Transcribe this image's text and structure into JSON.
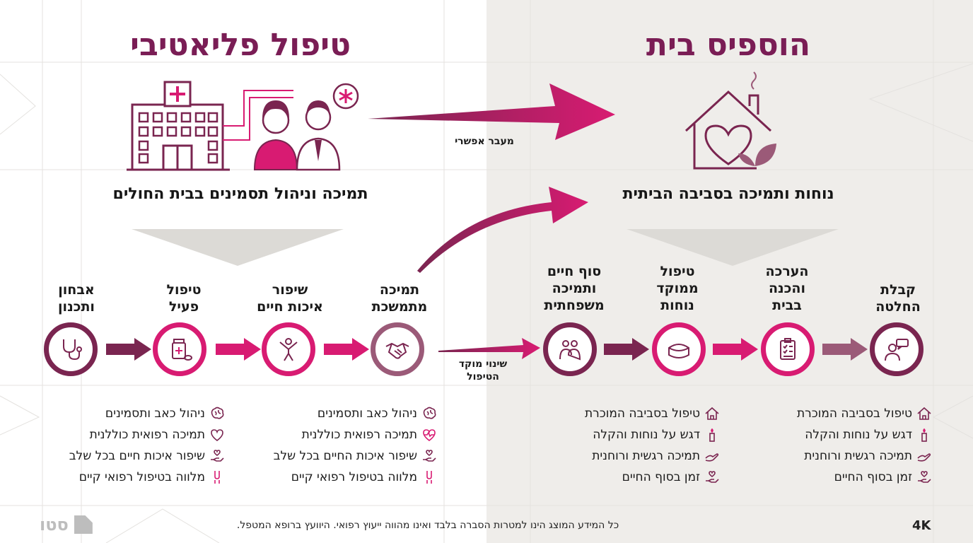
{
  "left": {
    "title": "טיפול פליאטיבי",
    "subtitle": "תמיכה וניהול תסמינים בבית החולים",
    "steps": [
      {
        "label": "אבחון\nותכנון",
        "icon": "stethoscope-icon"
      },
      {
        "label": "טיפול\nפעיל",
        "icon": "medicine-bottle-icon"
      },
      {
        "label": "שיפור\nאיכות חיים",
        "icon": "person-raised-arms-icon"
      },
      {
        "label": "תמיכה\nמתמשכת",
        "icon": "handshake-icon"
      }
    ],
    "bullets_a": [
      {
        "text": "ניהול כאב ותסמינים",
        "icon": "brain-icon"
      },
      {
        "text": "תמיכה רפואית כוללנית",
        "icon": "heart-icon"
      },
      {
        "text": "שיפור איכות חיים בכל שלב",
        "icon": "hand-heart-icon"
      },
      {
        "text": "מלווה בטיפול רפואי קיים",
        "icon": "joint-icon"
      }
    ],
    "bullets_b": [
      {
        "text": "ניהול כאב ותסמינים",
        "icon": "brain-icon"
      },
      {
        "text": "תמיכה רפואית כוללנית",
        "icon": "heartbeat-icon"
      },
      {
        "text": "שיפור איכות החיים בכל שלב",
        "icon": "hand-heart-icon"
      },
      {
        "text": "מלווה בטיפול רפואי קיים",
        "icon": "joint-icon"
      }
    ]
  },
  "right": {
    "title": "הוספיס בית",
    "subtitle": "נוחות ותמיכה בסביבה הביתית",
    "steps": [
      {
        "label": "סוף חיים\nותמיכה\nמשפחתית",
        "icon": "family-hug-icon"
      },
      {
        "label": "טיפול\nממוקד\nנוחות",
        "icon": "pillow-icon"
      },
      {
        "label": "הערכה\nוהכנה\nבבית",
        "icon": "clipboard-icon"
      },
      {
        "label": "קבלת\nהחלטה",
        "icon": "person-speech-icon"
      }
    ],
    "bullets_a": [
      {
        "text": "טיפול בסביבה המוכרת",
        "icon": "home-icon"
      },
      {
        "text": "דגש על נוחות והקלה",
        "icon": "candle-icon"
      },
      {
        "text": "תמיכה רגשית ורוחנית",
        "icon": "hands-icon"
      },
      {
        "text": "זמן בסוף החיים",
        "icon": "hand-heart-icon"
      }
    ],
    "bullets_b": [
      {
        "text": "טיפול בסביבה המוכרת",
        "icon": "home-icon"
      },
      {
        "text": "דגש על נוחות והקלה",
        "icon": "candle-icon"
      },
      {
        "text": "תמיכה רגשית ורוחנית",
        "icon": "hands-icon"
      },
      {
        "text": "זמן בסוף החיים",
        "icon": "hand-heart-icon"
      }
    ]
  },
  "arrows": {
    "top_label": "מעבר אפשרי",
    "middle_label": "שינוי מוקד\nהטיפול"
  },
  "footer": {
    "disclaimer": "כל המידע המוצג הינו למטרות הסברה בלבד ואינו מהווה ייעוץ רפואי. היוועץ ברופא המטפל.",
    "badge": "4K",
    "logo_text": "סטו"
  },
  "colors": {
    "plum": "#7a2550",
    "magenta": "#d81b72",
    "mauve": "#9b5a78",
    "grey_bg": "#efedea"
  }
}
